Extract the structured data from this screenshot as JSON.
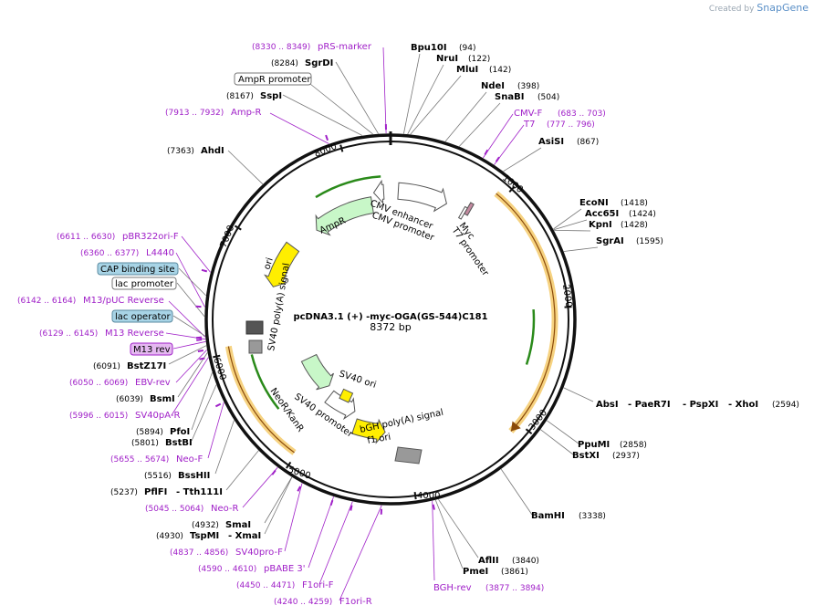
{
  "plasmid": {
    "name": "pcDNA3.1 (+) -myc-OGA(GS-544)C181",
    "size_label": "8372 bp",
    "length": 8372
  },
  "watermark": {
    "prefix": "Created by",
    "brand": "SnapGene"
  },
  "colors": {
    "backbone": "#111111",
    "enzyme_line": "#777777",
    "feature_text": "#a020c8",
    "cds_fill": "#f5ca6a",
    "ori_fill": "#ffee00",
    "marker_fill": "#c8f7c8",
    "promoter_fill": "#ffffff",
    "polya_fill": "#999999",
    "sv40ori_fill": "#ffee00",
    "primer": "#a020c8",
    "orf_green": "#2a8a1a",
    "cap_site": "#a8d4e6",
    "m13_fill": "#e4b8f0"
  },
  "ticks": [
    "1000",
    "2000",
    "3000",
    "4000",
    "5000",
    "6000",
    "7000",
    "8000"
  ],
  "enzymes": [
    {
      "name": "Bpu10I",
      "pos": "(94)"
    },
    {
      "name": "NruI",
      "pos": "(122)"
    },
    {
      "name": "MluI",
      "pos": "(142)"
    },
    {
      "name": "NdeI",
      "pos": "(398)"
    },
    {
      "name": "SnaBI",
      "pos": "(504)"
    },
    {
      "name": "AsiSI",
      "pos": "(867)"
    },
    {
      "name": "EcoNI",
      "pos": "(1418)"
    },
    {
      "name": "Acc65I",
      "pos": "(1424)"
    },
    {
      "name": "KpnI",
      "pos": "(1428)"
    },
    {
      "name": "SgrAI",
      "pos": "(1595)"
    },
    {
      "name": "AbsI",
      "pos": ""
    },
    {
      "name": "- PaeR7I",
      "pos": ""
    },
    {
      "name": "- PspXI",
      "pos": ""
    },
    {
      "name": "- XhoI",
      "pos": "(2594)"
    },
    {
      "name": "PpuMI",
      "pos": "(2858)"
    },
    {
      "name": "BstXI",
      "pos": "(2937)"
    },
    {
      "name": "BamHI",
      "pos": "(3338)"
    },
    {
      "name": "AflII",
      "pos": "(3840)"
    },
    {
      "name": "PmeI",
      "pos": "(3861)"
    },
    {
      "name": "SmaI",
      "pos": "(4932)"
    },
    {
      "name": "TspMI",
      "pos": "(4930)"
    },
    {
      "name": "- XmaI",
      "pos": ""
    },
    {
      "name": "PflFI",
      "pos": "(5237)"
    },
    {
      "name": "- Tth111I",
      "pos": ""
    },
    {
      "name": "BssHII",
      "pos": "(5516)"
    },
    {
      "name": "BstBI",
      "pos": "(5801)"
    },
    {
      "name": "PfoI",
      "pos": "(5894)"
    },
    {
      "name": "BsmI",
      "pos": "(6039)"
    },
    {
      "name": "BstZ17I",
      "pos": "(6091)"
    },
    {
      "name": "AhdI",
      "pos": "(7363)"
    },
    {
      "name": "SspI",
      "pos": "(8167)"
    },
    {
      "name": "SgrDI",
      "pos": "(8284)"
    }
  ],
  "features_text": [
    {
      "name": "pRS-marker",
      "pos": "(8330 .. 8349)"
    },
    {
      "name": "Amp-R",
      "pos": "(7913 .. 7932)"
    },
    {
      "name": "CMV-F",
      "pos": "(683 .. 703)"
    },
    {
      "name": "T7",
      "pos": "(777 .. 796)"
    },
    {
      "name": "pBR322ori-F",
      "pos": "(6611 .. 6630)"
    },
    {
      "name": "L4440",
      "pos": "(6360 .. 6377)"
    },
    {
      "name": "M13/pUC Reverse",
      "pos": "(6142 .. 6164)"
    },
    {
      "name": "M13 Reverse",
      "pos": "(6129 .. 6145)"
    },
    {
      "name": "EBV-rev",
      "pos": "(6050 .. 6069)"
    },
    {
      "name": "SV40pA-R",
      "pos": "(5996 .. 6015)"
    },
    {
      "name": "Neo-F",
      "pos": "(5655 .. 5674)"
    },
    {
      "name": "Neo-R",
      "pos": "(5045 .. 5064)"
    },
    {
      "name": "SV40pro-F",
      "pos": "(4837 .. 4856)"
    },
    {
      "name": "pBABE 3'",
      "pos": "(4590 .. 4610)"
    },
    {
      "name": "F1ori-F",
      "pos": "(4450 .. 4471)"
    },
    {
      "name": "F1ori-R",
      "pos": "(4240 .. 4259)"
    },
    {
      "name": "BGH-rev",
      "pos": "(3877 .. 3894)"
    }
  ],
  "boxed_features": [
    {
      "name": "AmpR promoter",
      "style": "plain"
    },
    {
      "name": "CAP binding site",
      "style": "cap"
    },
    {
      "name": "lac promoter",
      "style": "plain"
    },
    {
      "name": "lac operator",
      "style": "cap"
    },
    {
      "name": "M13 rev",
      "style": "m13"
    }
  ],
  "map_labels": {
    "cmv_enhancer": "CMV enhancer",
    "cmv_promoter": "CMV promoter",
    "myc": "Myc",
    "t7_promoter": "T7 promoter",
    "ampr": "AmpR",
    "ori": "ori",
    "sv40_polya_signal": "SV40 poly(A) signal",
    "sv40_ori": "SV40 ori",
    "neo_kanr": "NeoR/KanR",
    "sv40_promoter": "SV40 promoter",
    "bgh_polya_signal": "bGH poly(A) signal",
    "f1_ori": "f1 ori"
  }
}
